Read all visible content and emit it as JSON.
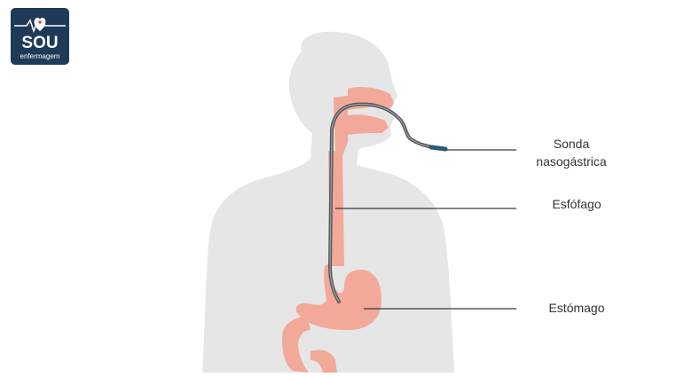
{
  "logo": {
    "main": "SOU",
    "sub": "enfermagem",
    "icon": "heart-ecg-icon"
  },
  "labels": {
    "nasogastric_tube": "Sonda\nnasogástrica",
    "nasogastric_tube_line1": "Sonda",
    "nasogastric_tube_line2": "nasogástrica",
    "esophagus": "Esfófago",
    "stomach": "Estómago"
  },
  "colors": {
    "body": "#e6e6e6",
    "tract": "#f2a99a",
    "tube": "#55585c",
    "tube_tip": "#2b5a7a",
    "leader": "#3a3a3a",
    "logo_bg": "#1e3a57"
  }
}
